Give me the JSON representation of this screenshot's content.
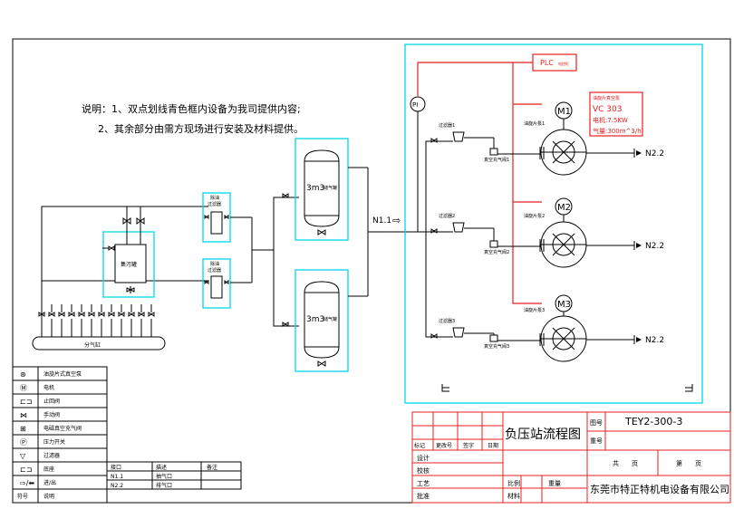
{
  "notes": {
    "line1": "说明：1、双点划线青色框内设备为我司提供内容;",
    "line2": "2、其余部分由需方现场进行安装及材料提供。"
  },
  "plc": {
    "label": "PLC",
    "sub": "电控柜"
  },
  "pressure_switch": "PI",
  "pump_spec": {
    "title": "油旋片真空泵",
    "model": "VC 303",
    "power": "电机:7.5KW",
    "flow": "气量:300m^3/h"
  },
  "motors": [
    "M1",
    "M2",
    "M3"
  ],
  "pumps": [
    "油旋片泵1",
    "油旋片泵2",
    "油旋片泵3"
  ],
  "pump_filters": [
    "过滤器1",
    "过滤器2",
    "过滤器3"
  ],
  "pump_valves": [
    "真空充气阀1",
    "真空充气阀2",
    "真空充气阀3"
  ],
  "outlets": [
    "N2.2",
    "N2.2",
    "N2.2"
  ],
  "inlet": "N1.1",
  "tanks": [
    {
      "label": "3m3",
      "sub": "储气罐"
    },
    {
      "label": "3m3",
      "sub": "储气罐"
    }
  ],
  "filters": [
    {
      "line1": "除油",
      "line2": "过滤器"
    },
    {
      "line1": "除油",
      "line2": "过滤器"
    }
  ],
  "collector_tank": "集污罐",
  "manifold": "分气缸",
  "legend": {
    "rows": [
      {
        "symbol": "⊛",
        "label": "油旋片式真空泵"
      },
      {
        "symbol": "Ⓜ",
        "label": "电机"
      },
      {
        "symbol": "⊏⊐",
        "label": "止回阀"
      },
      {
        "symbol": "⋈",
        "label": "手动阀"
      },
      {
        "symbol": "⊞",
        "label": "电磁真空充气阀"
      },
      {
        "symbol": "Ⓟ",
        "label": "压力开关"
      },
      {
        "symbol": "▽",
        "label": "过滤器"
      },
      {
        "symbol": "⊏⊐",
        "label": "底座"
      },
      {
        "symbol": "⇨/⬅",
        "label": "进/出"
      }
    ],
    "footer": {
      "left": "符号",
      "right": "说明"
    }
  },
  "ports": {
    "headers": [
      "接口",
      "描述",
      "备注"
    ],
    "rows": [
      {
        "code": "N1.1",
        "desc": "抽气口",
        "note": ""
      },
      {
        "code": "N2.2",
        "desc": "排气口",
        "note": ""
      }
    ]
  },
  "title_block": {
    "title": "负压站流程图",
    "drawing_no_label": "图号",
    "drawing_no": "TEY2-300-3",
    "weight_label": "重号",
    "rev_headers": [
      "标记",
      "更改号",
      "签字",
      "日期"
    ],
    "rows": [
      "设计",
      "校核",
      "工艺",
      "批准"
    ],
    "scale_label": "比例",
    "weight2_label": "重量",
    "material_label": "材料",
    "sheet_total": "共　　页",
    "sheet_no": "第　　页",
    "company": "东莞市特正特机电设备有限公司"
  }
}
